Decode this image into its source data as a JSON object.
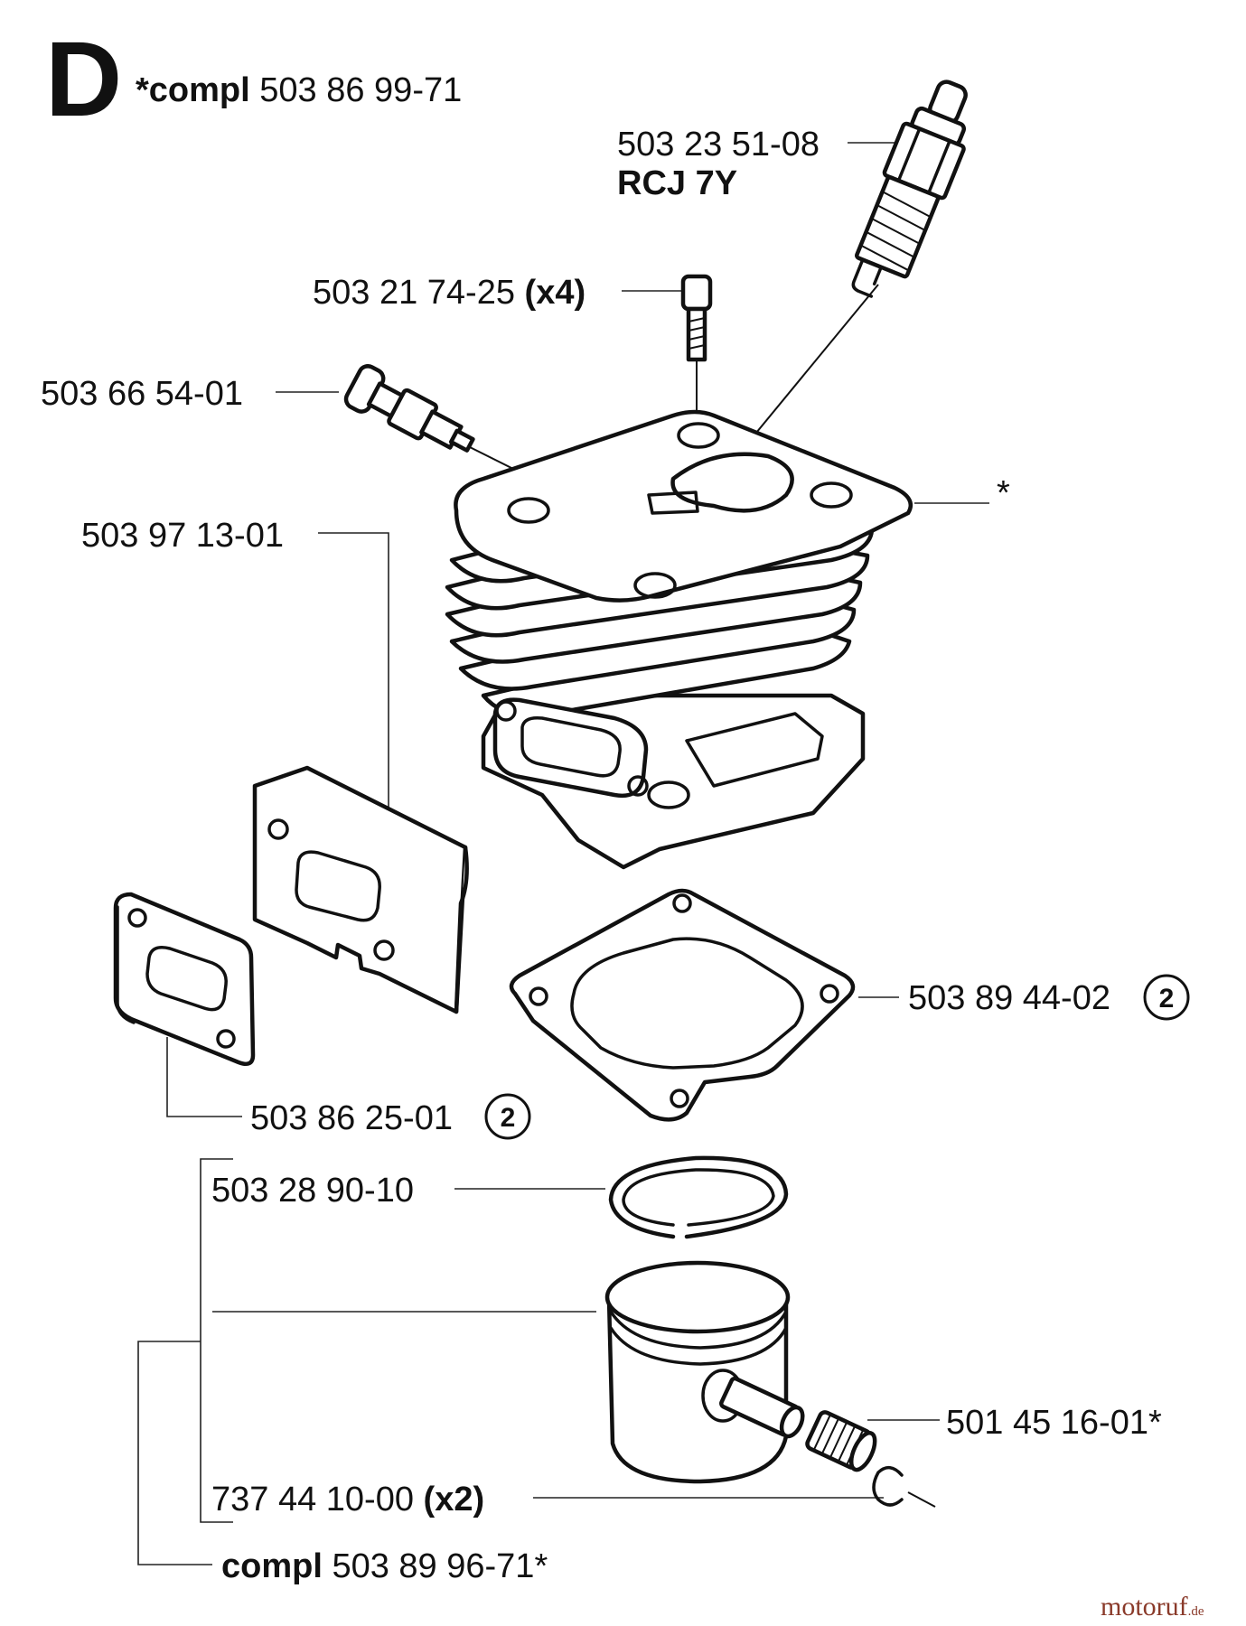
{
  "section_letter": "D",
  "header": {
    "compl_prefix": "*compl",
    "part_number": "503 86 99-71"
  },
  "spark_plug": {
    "part_number": "503 23 51-08",
    "code": "RCJ 7Y"
  },
  "screw": {
    "part_number": "503 21 74-25",
    "qty": "(x4)"
  },
  "decomp_valve": {
    "part_number": "503 66 54-01"
  },
  "cylinder": {
    "marker": "*"
  },
  "plate": {
    "part_number": "503 97 13-01"
  },
  "cylinder_gasket": {
    "part_number": "503 89 44-02",
    "badge": "2"
  },
  "muffler_gasket": {
    "part_number": "503 86 25-01",
    "badge": "2"
  },
  "piston_ring": {
    "part_number": "503 28 90-10"
  },
  "needle_bearing": {
    "part_number": "501 45 16-01*"
  },
  "circlip": {
    "part_number": "737 44 10-00",
    "qty": "(x2)"
  },
  "piston_kit": {
    "compl_prefix": "compl",
    "part_number": "503 89 96-71*"
  },
  "watermark": {
    "brand": "motoruf",
    "tld": ".de"
  }
}
